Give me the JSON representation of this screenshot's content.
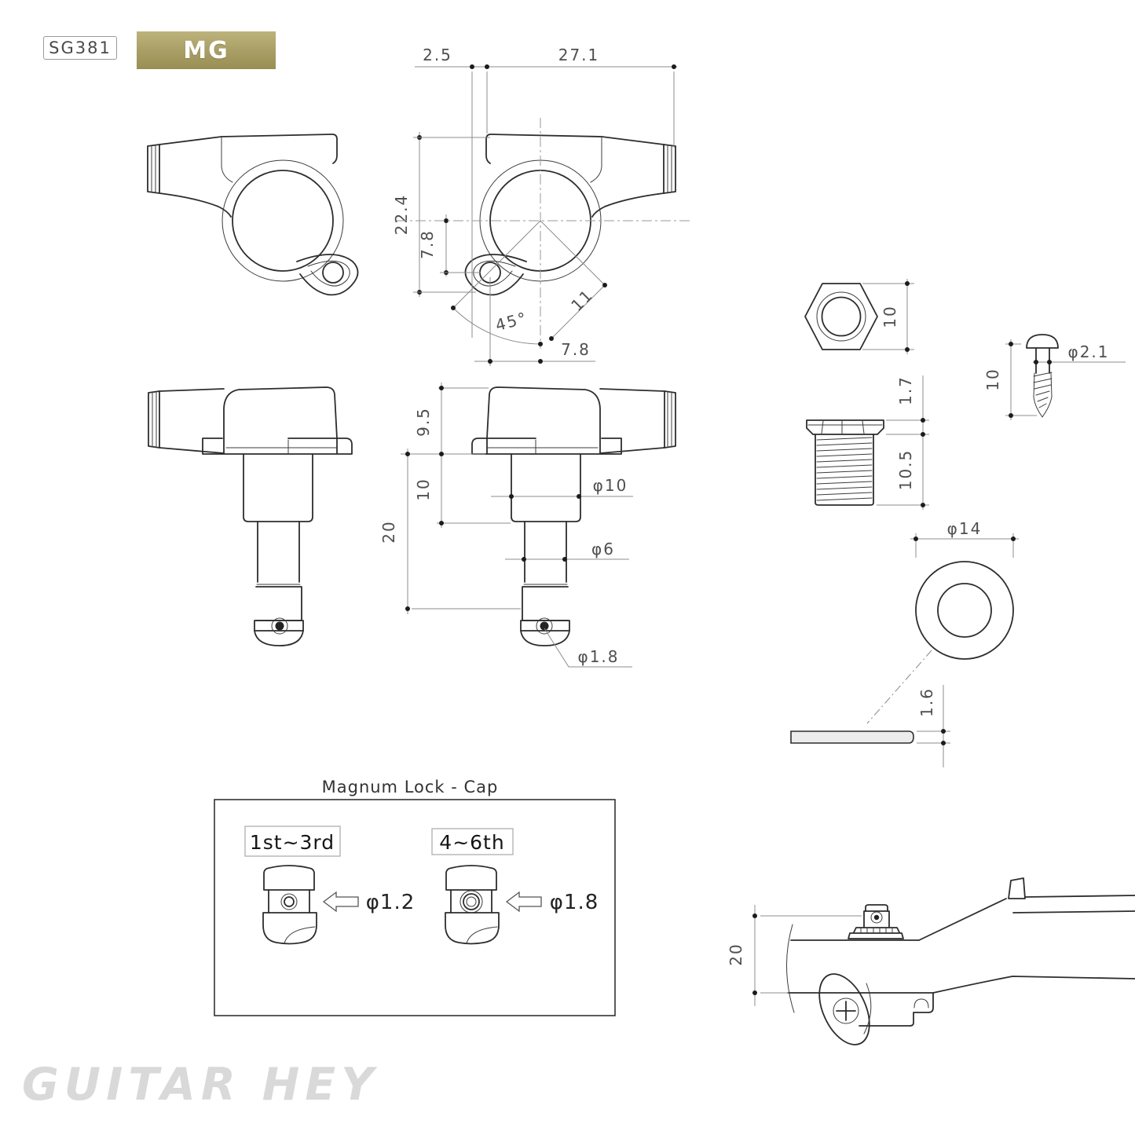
{
  "header": {
    "model": "SG381",
    "finish": "MG",
    "finish_color": "#a89d64"
  },
  "watermark": "GUITAR HEY",
  "rear_view": {
    "dim_offset": "2.5",
    "dim_width": "27.1",
    "dim_height": "22.4",
    "dim_ear_y": "7.8",
    "dim_angle": "45°",
    "dim_ear_diag": "11",
    "dim_ear_x": "7.8"
  },
  "side_view": {
    "dim_cap": "9.5",
    "dim_bushing": "10",
    "dim_post": "20",
    "dim_post_dia": "φ10",
    "dim_shaft_dia": "φ6",
    "dim_hole_dia": "φ1.8"
  },
  "hex_nut": {
    "dim_size": "10"
  },
  "screw": {
    "dim_length": "10",
    "dim_dia": "φ2.1"
  },
  "bushing": {
    "dim_head": "1.7",
    "dim_thread": "10.5"
  },
  "washer": {
    "dim_dia": "φ14",
    "dim_thickness": "1.6"
  },
  "magnum_lock": {
    "title": "Magnum Lock - Cap",
    "variant1_label": "1st~3rd",
    "variant1_dia": "φ1.2",
    "variant2_label": "4~6th",
    "variant2_dia": "φ1.8"
  },
  "installation": {
    "dim_depth": "20"
  }
}
